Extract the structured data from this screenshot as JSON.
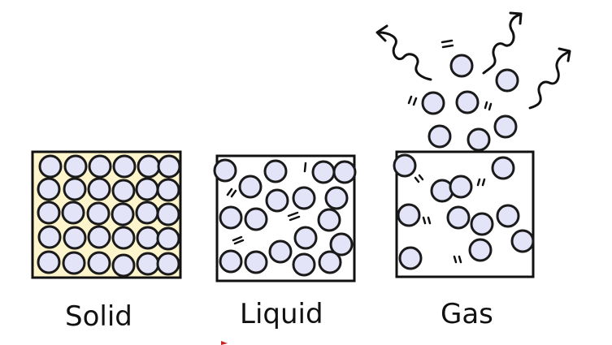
{
  "labels": {
    "solid": "Solid",
    "liquid": "Liquid",
    "gas": "Gas"
  },
  "colors": {
    "particle_fill": "#e4e4f8",
    "particle_stroke": "#1a1a1a",
    "solid_box_fill": "#fff5cc",
    "box_stroke": "#111111",
    "background": "#ffffff"
  }
}
